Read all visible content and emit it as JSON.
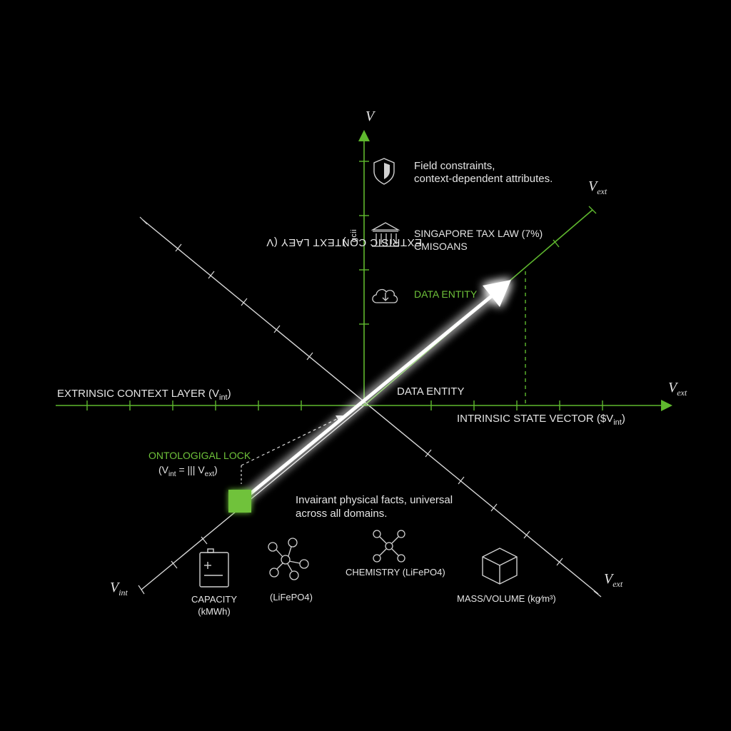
{
  "colors": {
    "background": "#000000",
    "axis_green": "#5fb82e",
    "lock_green": "#6fc23a",
    "arrow": "#ffffff",
    "line": "#d8d8d8"
  },
  "axes": {
    "vertical_symbol": "V",
    "vertical_label": "EXTRISIC CONTEXT LAEY (V",
    "vertical_label_sub": "gcii",
    "vertical_label_close": ")",
    "upper_right_symbol": "V",
    "upper_right_sub": "ext",
    "horizontal_right_symbol": "V",
    "horizontal_right_sub": "ext",
    "lower_right_symbol": "V",
    "lower_right_sub": "ext",
    "lower_left_symbol": "V",
    "lower_left_sub": "int"
  },
  "labels": {
    "field_constraints": "Field constraints,",
    "context_attributes": "context-dependent attributes.",
    "singapore_tax": "SINGAPORE TAX LAW (7%)",
    "cmisoans": "CMISOANS",
    "data_entity_upper": "DATA ENTITY",
    "data_entity_center": "DATA ENTITY",
    "extrinsic_layer": "EXTRINSIC CONTEXT LAYER (V",
    "extrinsic_layer_sub": "int",
    "extrinsic_layer_close": ")",
    "intrinsic_vector": "INTRINSIC  STATE VECTOR ($V",
    "intrinsic_vector_sub": "int",
    "intrinsic_vector_close": ")",
    "ontological_lock": "ONTOLOGIGAL LOCK",
    "lock_formula_a": "(V",
    "lock_formula_sub_a": "int",
    "lock_formula_mid": " = |||  V",
    "lock_formula_sub_b": "ext",
    "lock_formula_close": ")",
    "invariant_line1": "Invairant physical facts, universal",
    "invariant_line2": "across all domains.",
    "capacity": "CAPACITY",
    "capacity_unit": "(kMWh)",
    "lifepo4": "(LiFePO4)",
    "chemistry": "CHEMISTRY (LiFePO4)",
    "mass_volume": "MASS/VOLUME (kg∕m³)"
  },
  "icons": [
    "shield-icon",
    "bank-icon",
    "cloud-download-icon",
    "battery-icon",
    "molecule-network-icon",
    "molecule-icon",
    "cube-icon"
  ]
}
